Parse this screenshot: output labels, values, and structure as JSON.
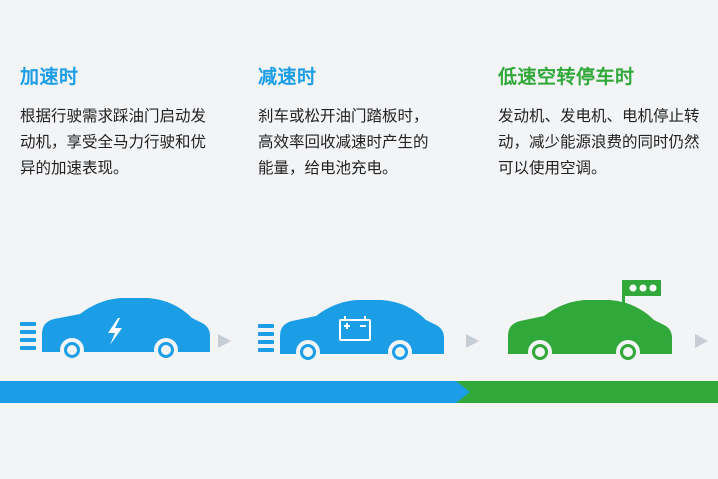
{
  "colors": {
    "blue": "#1b9ee6",
    "green": "#31a83a",
    "arrow": "#c6cdd5",
    "background": "#f3f4f6"
  },
  "stages": [
    {
      "title": "加速时",
      "description": "根据行驶需求踩油门启动发动机，享受全马力行驶和优异的加速表现。",
      "color": "blue",
      "icon": "lightning-icon"
    },
    {
      "title": "减速时",
      "description": "刹车或松开油门踏板时，高效率回收减速时产生的能量，给电池充电。",
      "color": "blue",
      "icon": "battery-icon"
    },
    {
      "title": "低速空转停车时",
      "description": "发动机、发电机、电机停止转动，减少能源浪费的同时仍然可以使用空调。",
      "color": "green",
      "icon": "traffic-light-flag-icon"
    }
  ]
}
